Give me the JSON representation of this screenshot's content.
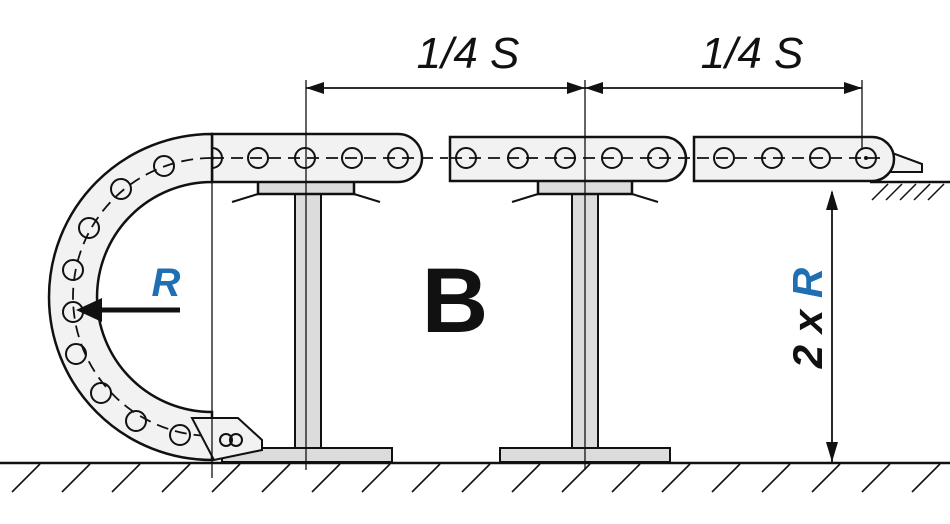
{
  "diagram": {
    "dimension_left": "1/4  S",
    "dimension_right": "1/4 S",
    "center_letter": "B",
    "radius_label": "R",
    "height_label_prefix": "2 x ",
    "height_label_var": "R"
  },
  "colors": {
    "line": "#111111",
    "chain_fill": "#f2f2f2",
    "support_fill": "#dcdcdc",
    "accent_blue": "#1f6fb2"
  }
}
